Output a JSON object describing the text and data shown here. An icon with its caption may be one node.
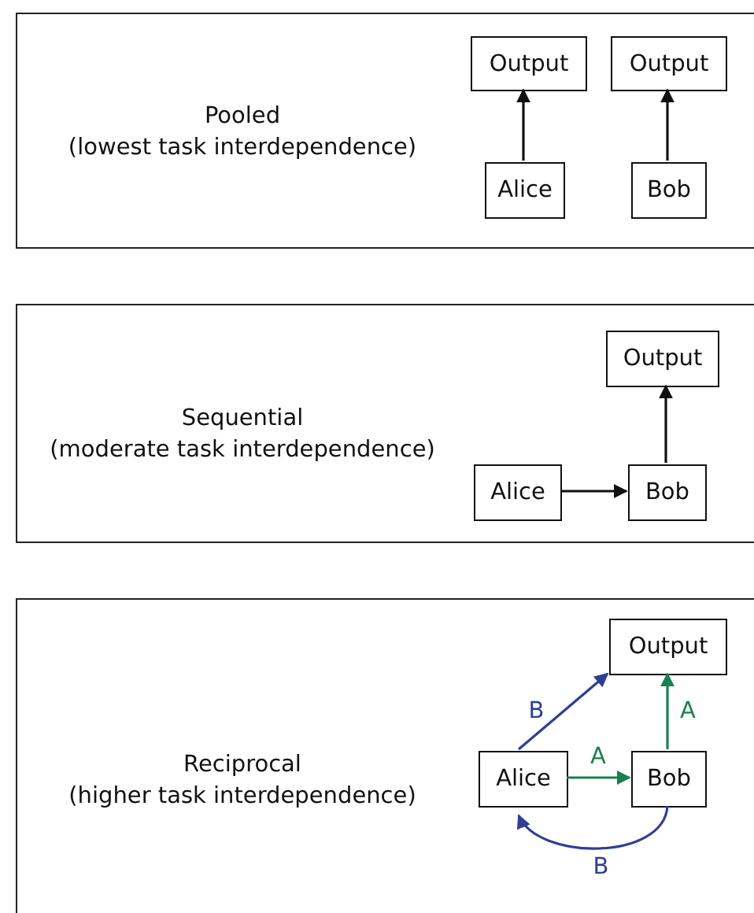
{
  "diagram": {
    "nodes": [
      {
        "text": [
          "Pooled",
          "(lowest task interdependence)"
        ]
      },
      {
        "text": [
          "Output"
        ],
        "in": 0
      },
      {
        "text": [
          "Output"
        ],
        "in": 0
      },
      {
        "text": [
          "Alice"
        ],
        "in": 0
      },
      {
        "text": [
          "Bob"
        ],
        "in": 0
      },
      {
        "text": [
          "Sequential",
          "(moderate task interdependence)"
        ]
      },
      {
        "text": [
          "Output"
        ],
        "in": 5
      },
      {
        "text": [
          "Alice"
        ],
        "in": 5
      },
      {
        "text": [
          "Bob"
        ],
        "in": 5
      },
      {
        "text": [
          "Reciprocal",
          "(higher task interdependence)"
        ]
      },
      {
        "text": [
          "Output"
        ],
        "in": 9
      },
      {
        "text": [
          "Alice"
        ],
        "in": 9
      },
      {
        "text": [
          "Bob"
        ],
        "in": 9
      }
    ],
    "edges": [
      {
        "from": 3,
        "to": 1,
        "arrow": "to"
      },
      {
        "from": 4,
        "to": 2,
        "arrow": "to"
      },
      {
        "from": 7,
        "to": 8,
        "arrow": "to"
      },
      {
        "from": 8,
        "to": 6,
        "arrow": "to"
      },
      {
        "from": 11,
        "to": 10,
        "arrow": "to",
        "label": "B",
        "color": "#2e3f95"
      },
      {
        "from": 11,
        "to": 12,
        "arrow": "to",
        "label": "A",
        "color": "#1b7f4f"
      },
      {
        "from": 12,
        "to": 10,
        "arrow": "to",
        "label": "A",
        "color": "#1b7f4f"
      },
      {
        "from": 12,
        "to": 11,
        "arrow": "to",
        "label": "B",
        "color": "#2e3f95"
      }
    ]
  }
}
